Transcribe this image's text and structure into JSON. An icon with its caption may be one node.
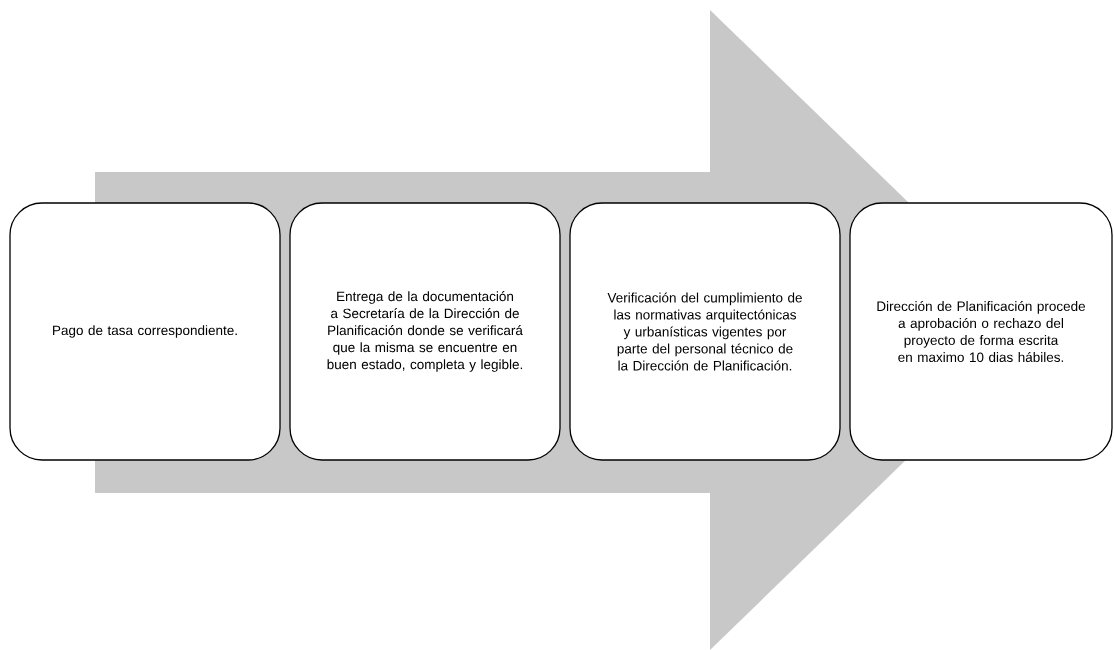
{
  "diagram": {
    "nodes": [
      {
        "text": [
          "Pago de tasa correspondiente."
        ]
      },
      {
        "text": [
          "Entrega de la documentación a Secretaría de la Dirección de Planificación donde se verificará que la misma se encuentre en buen estado, completa y legible."
        ]
      },
      {
        "text": [
          "Verificación del cumplimiento de las normativas arquitectónicas y urbanísticas vigentes por parte del personal técnico de la Dirección de Planificación."
        ]
      },
      {
        "text": [
          "Dirección de Planificación procede a aprobación o rechazo del proyecto de forma escrita en maximo 10 dias hábiles."
        ]
      }
    ],
    "edges": [
      {
        "from": 0,
        "to": 3,
        "arrow": "to"
      }
    ]
  }
}
